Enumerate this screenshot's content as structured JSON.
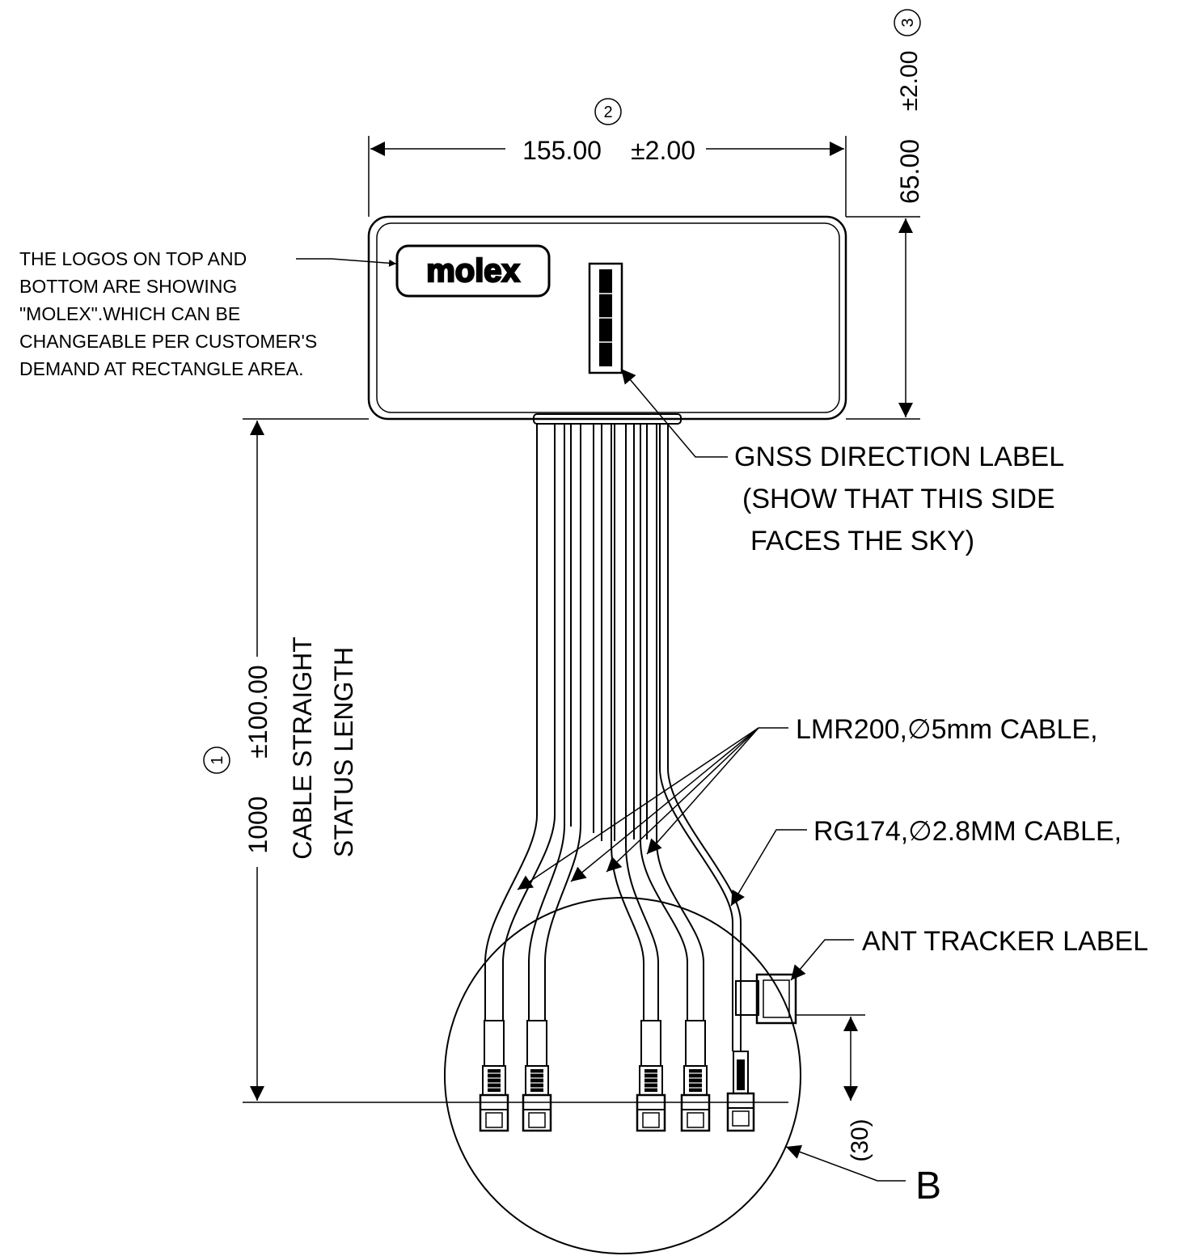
{
  "dimensions": {
    "width": {
      "value": "155.00",
      "tolerance": "±2.00",
      "balloon": "2"
    },
    "height": {
      "value": "65.00",
      "tolerance": "±2.00",
      "balloon": "3"
    },
    "cable_length": {
      "value": "1000",
      "tolerance": "±100.00",
      "balloon": "1",
      "note_line1": "CABLE STRAIGHT",
      "note_line2": "STATUS LENGTH"
    },
    "connector_offset": {
      "value": "(30)"
    }
  },
  "logo": {
    "text": "molex"
  },
  "notes": {
    "logos": [
      "THE LOGOS ON TOP AND",
      "BOTTOM  ARE SHOWING",
      "\"MOLEX\".WHICH CAN BE",
      "CHANGEABLE PER CUSTOMER'S",
      "DEMAND AT RECTANGLE AREA."
    ],
    "gnss": [
      "GNSS DIRECTION LABEL",
      "(SHOW THAT THIS SIDE",
      "FACES THE SKY)"
    ],
    "lmr200": "LMR200,∅5mm CABLE,",
    "rg174": "RG174,∅2.8MM CABLE,",
    "ant_tracker": "ANT TRACKER LABEL",
    "detail": "B"
  }
}
